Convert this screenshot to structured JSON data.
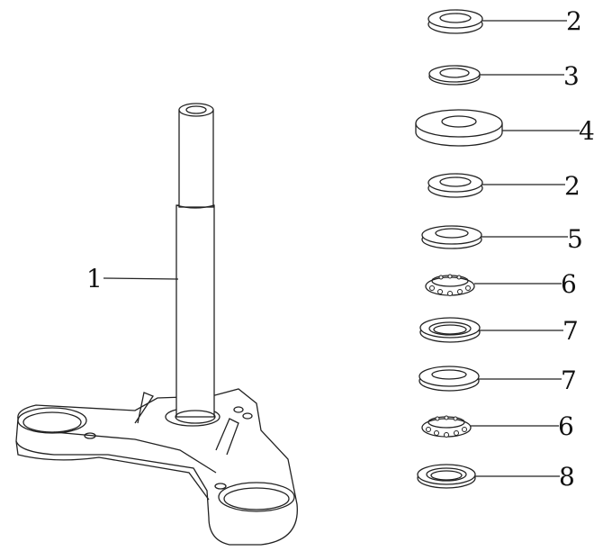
{
  "diagram": {
    "callouts": [
      {
        "part": "steering-stem",
        "label": "1"
      },
      {
        "part": "lock-nut-upper",
        "label": "2"
      },
      {
        "part": "washer",
        "label": "3"
      },
      {
        "part": "dust-cover",
        "label": "4"
      },
      {
        "part": "lock-nut-lower",
        "label": "2"
      },
      {
        "part": "upper-cone-race",
        "label": "5"
      },
      {
        "part": "upper-ball-bearing",
        "label": "6"
      },
      {
        "part": "upper-bearing-race",
        "label": "7"
      },
      {
        "part": "lower-bearing-race",
        "label": "7"
      },
      {
        "part": "lower-ball-bearing",
        "label": "6"
      },
      {
        "part": "dust-seal",
        "label": "8"
      }
    ],
    "line_color": "#222222"
  }
}
